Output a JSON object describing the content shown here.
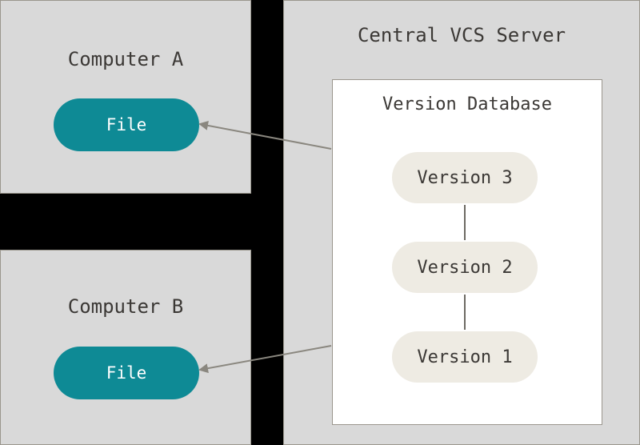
{
  "computer_a": {
    "title": "Computer A",
    "file_label": "File"
  },
  "computer_b": {
    "title": "Computer B",
    "file_label": "File"
  },
  "server": {
    "title": "Central VCS Server",
    "database": {
      "title": "Version Database",
      "versions": [
        "Version 3",
        "Version 2",
        "Version 1"
      ]
    }
  },
  "colors": {
    "background": "#000000",
    "panel": "#d9d9d9",
    "panel_border": "#9a968d",
    "file_pill": "#0e8a95",
    "version_pill": "#eeebe3",
    "text": "#3b3835",
    "arrow": "#8a877f"
  }
}
